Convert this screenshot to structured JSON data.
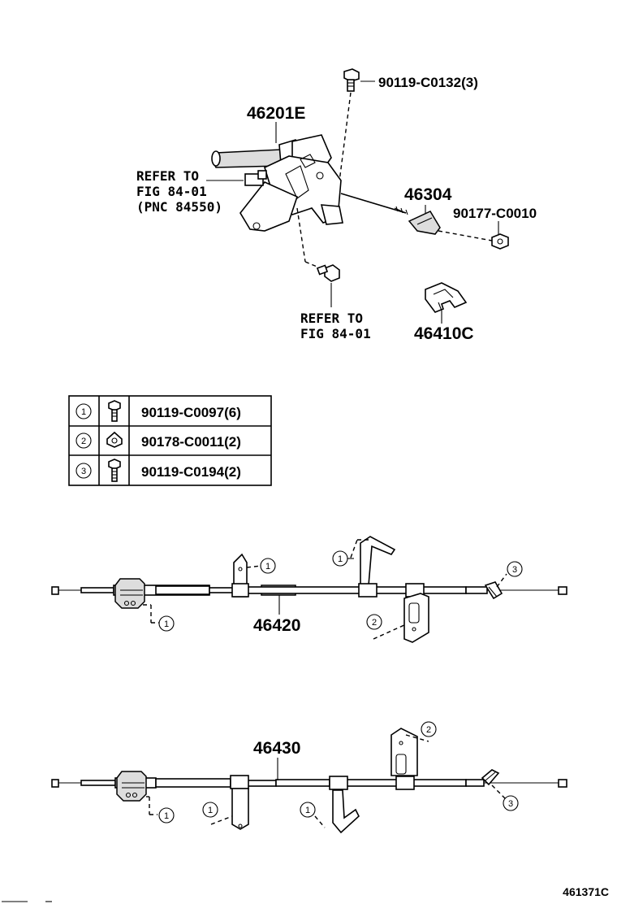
{
  "upper": {
    "lever_part": "46201E",
    "bolt_top": "90119-C0132(3)",
    "refer_left": [
      "REFER TO",
      "FIG 84-01",
      "(PNC 84550)"
    ],
    "rod_part": "46304",
    "nut_part": "90177-C0010",
    "refer_bottom": [
      "REFER TO",
      "FIG 84-01"
    ],
    "clip_part": "46410C"
  },
  "fastener_table": [
    {
      "key": "1",
      "icon": "bolt-icon",
      "part": "90119-C0097(6)"
    },
    {
      "key": "2",
      "icon": "nut-icon",
      "part": "90178-C0011(2)"
    },
    {
      "key": "3",
      "icon": "bolt-icon",
      "part": "90119-C0194(2)"
    }
  ],
  "cable_rh": {
    "part": "46420",
    "callouts": [
      "1",
      "1",
      "1",
      "2",
      "3"
    ]
  },
  "cable_lh": {
    "part": "46430",
    "callouts": [
      "1",
      "1",
      "1",
      "2",
      "3"
    ]
  },
  "figure_id": "461371C"
}
